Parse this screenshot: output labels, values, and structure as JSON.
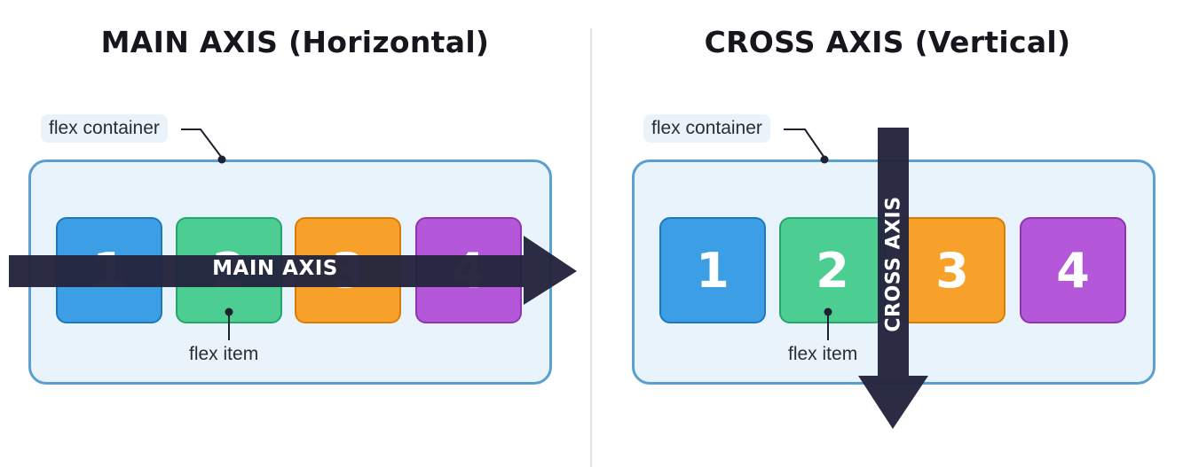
{
  "panels": [
    {
      "title": "MAIN AXIS (Horizontal)",
      "container_label": "flex container",
      "item_label": "flex item",
      "items": [
        "1",
        "2",
        "3",
        "4"
      ],
      "axis_label": "MAIN AXIS",
      "axis_direction": "horizontal"
    },
    {
      "title": "CROSS AXIS (Vertical)",
      "container_label": "flex container",
      "item_label": "flex item",
      "items": [
        "1",
        "2",
        "3",
        "4"
      ],
      "axis_label": "CROSS AXIS",
      "axis_direction": "vertical"
    }
  ],
  "colors": {
    "container_fill": "#e9f3fc",
    "container_border": "#5b9fd0",
    "item_1": "#3c9fe6",
    "item_2": "#4ccd92",
    "item_3": "#f8a12a",
    "item_4": "#b457d9",
    "arrow": "#24253d",
    "text": "#15171c"
  }
}
